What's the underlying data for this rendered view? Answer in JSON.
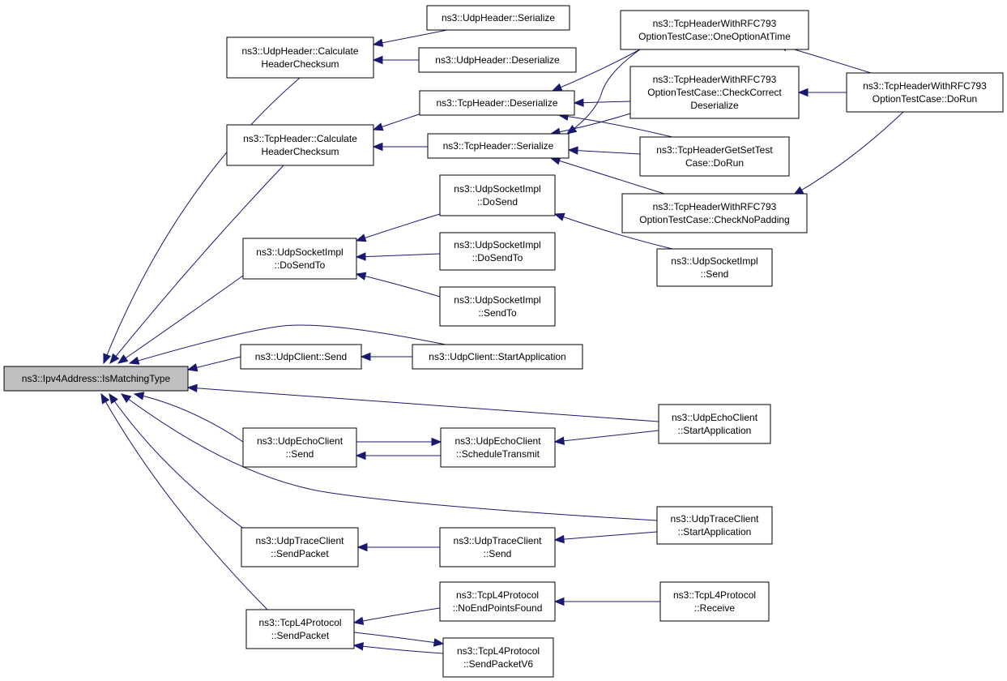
{
  "diagram": {
    "nodes": [
      {
        "id": "root",
        "lines": [
          "ns3::Ipv4Address::IsMatchingType"
        ]
      },
      {
        "id": "udp_hdr_calc",
        "lines": [
          "ns3::UdpHeader::Calculate",
          "HeaderChecksum"
        ]
      },
      {
        "id": "udp_hdr_ser",
        "lines": [
          "ns3::UdpHeader::Serialize"
        ]
      },
      {
        "id": "udp_hdr_deser",
        "lines": [
          "ns3::UdpHeader::Deserialize"
        ]
      },
      {
        "id": "tcp_hdr_calc",
        "lines": [
          "ns3::TcpHeader::Calculate",
          "HeaderChecksum"
        ]
      },
      {
        "id": "tcp_hdr_deser",
        "lines": [
          "ns3::TcpHeader::Deserialize"
        ]
      },
      {
        "id": "tcp_hdr_ser",
        "lines": [
          "ns3::TcpHeader::Serialize"
        ]
      },
      {
        "id": "rfc_one",
        "lines": [
          "ns3::TcpHeaderWithRFC793",
          "OptionTestCase::OneOptionAtTime"
        ]
      },
      {
        "id": "rfc_check",
        "lines": [
          "ns3::TcpHeaderWithRFC793",
          "OptionTestCase::CheckCorrect",
          "Deserialize"
        ]
      },
      {
        "id": "rfc_dorun",
        "lines": [
          "ns3::TcpHeaderWithRFC793",
          "OptionTestCase::DoRun"
        ]
      },
      {
        "id": "getset",
        "lines": [
          "ns3::TcpHeaderGetSetTest",
          "Case::DoRun"
        ]
      },
      {
        "id": "rfc_nopad",
        "lines": [
          "ns3::TcpHeaderWithRFC793",
          "OptionTestCase::CheckNoPadding"
        ]
      },
      {
        "id": "udpsock_dosendto",
        "lines": [
          "ns3::UdpSocketImpl",
          "::DoSendTo"
        ]
      },
      {
        "id": "udpsock_dosend",
        "lines": [
          "ns3::UdpSocketImpl",
          "::DoSend"
        ]
      },
      {
        "id": "udpsock_dosendto2",
        "lines": [
          "ns3::UdpSocketImpl",
          "::DoSendTo"
        ]
      },
      {
        "id": "udpsock_sendto",
        "lines": [
          "ns3::UdpSocketImpl",
          "::SendTo"
        ]
      },
      {
        "id": "udpsock_send",
        "lines": [
          "ns3::UdpSocketImpl",
          "::Send"
        ]
      },
      {
        "id": "udpclient_send",
        "lines": [
          "ns3::UdpClient::Send"
        ]
      },
      {
        "id": "udpclient_start",
        "lines": [
          "ns3::UdpClient::StartApplication"
        ]
      },
      {
        "id": "echo_send",
        "lines": [
          "ns3::UdpEchoClient",
          "::Send"
        ]
      },
      {
        "id": "echo_sched",
        "lines": [
          "ns3::UdpEchoClient",
          "::ScheduleTransmit"
        ]
      },
      {
        "id": "echo_start",
        "lines": [
          "ns3::UdpEchoClient",
          "::StartApplication"
        ]
      },
      {
        "id": "trace_sendpkt",
        "lines": [
          "ns3::UdpTraceClient",
          "::SendPacket"
        ]
      },
      {
        "id": "trace_send",
        "lines": [
          "ns3::UdpTraceClient",
          "::Send"
        ]
      },
      {
        "id": "trace_start",
        "lines": [
          "ns3::UdpTraceClient",
          "::StartApplication"
        ]
      },
      {
        "id": "tcpl4_sendpkt",
        "lines": [
          "ns3::TcpL4Protocol",
          "::SendPacket"
        ]
      },
      {
        "id": "tcpl4_noend",
        "lines": [
          "ns3::TcpL4Protocol",
          "::NoEndPointsFound"
        ]
      },
      {
        "id": "tcpl4_recv",
        "lines": [
          "ns3::TcpL4Protocol",
          "::Receive"
        ]
      },
      {
        "id": "tcpl4_v6",
        "lines": [
          "ns3::TcpL4Protocol",
          "::SendPacketV6"
        ]
      }
    ],
    "edges": [
      {
        "from": "udp_hdr_calc",
        "to": "root"
      },
      {
        "from": "tcp_hdr_calc",
        "to": "root"
      },
      {
        "from": "udpsock_dosendto",
        "to": "root"
      },
      {
        "from": "udpclient_send",
        "to": "root"
      },
      {
        "from": "udpclient_start",
        "to": "root"
      },
      {
        "from": "echo_start",
        "to": "root"
      },
      {
        "from": "echo_send",
        "to": "root"
      },
      {
        "from": "trace_start",
        "to": "root"
      },
      {
        "from": "trace_sendpkt",
        "to": "root"
      },
      {
        "from": "tcpl4_sendpkt",
        "to": "root"
      },
      {
        "from": "udp_hdr_ser",
        "to": "udp_hdr_calc"
      },
      {
        "from": "udp_hdr_deser",
        "to": "udp_hdr_calc"
      },
      {
        "from": "tcp_hdr_deser",
        "to": "tcp_hdr_calc"
      },
      {
        "from": "tcp_hdr_ser",
        "to": "tcp_hdr_calc"
      },
      {
        "from": "rfc_one",
        "to": "tcp_hdr_deser"
      },
      {
        "from": "rfc_check",
        "to": "tcp_hdr_deser"
      },
      {
        "from": "getset",
        "to": "tcp_hdr_deser"
      },
      {
        "from": "rfc_one",
        "to": "tcp_hdr_ser"
      },
      {
        "from": "rfc_check",
        "to": "tcp_hdr_ser"
      },
      {
        "from": "getset",
        "to": "tcp_hdr_ser"
      },
      {
        "from": "rfc_nopad",
        "to": "tcp_hdr_ser"
      },
      {
        "from": "rfc_dorun",
        "to": "rfc_one"
      },
      {
        "from": "rfc_dorun",
        "to": "rfc_check"
      },
      {
        "from": "rfc_dorun",
        "to": "rfc_nopad"
      },
      {
        "from": "udpsock_dosend",
        "to": "udpsock_dosendto"
      },
      {
        "from": "udpsock_dosendto2",
        "to": "udpsock_dosendto"
      },
      {
        "from": "udpsock_sendto",
        "to": "udpsock_dosendto"
      },
      {
        "from": "udpsock_send",
        "to": "udpsock_dosend"
      },
      {
        "from": "udpclient_start",
        "to": "udpclient_send"
      },
      {
        "from": "echo_sched",
        "to": "echo_send"
      },
      {
        "from": "echo_send",
        "to": "echo_sched"
      },
      {
        "from": "echo_start",
        "to": "echo_sched"
      },
      {
        "from": "trace_send",
        "to": "trace_sendpkt"
      },
      {
        "from": "trace_start",
        "to": "trace_send"
      },
      {
        "from": "tcpl4_noend",
        "to": "tcpl4_sendpkt"
      },
      {
        "from": "tcpl4_v6",
        "to": "tcpl4_sendpkt"
      },
      {
        "from": "tcpl4_sendpkt",
        "to": "tcpl4_v6"
      },
      {
        "from": "tcpl4_recv",
        "to": "tcpl4_noend"
      }
    ]
  },
  "colors": {
    "edge": "#191970",
    "root_fill": "#bfbfbf",
    "node_fill": "#ffffff",
    "border": "#000000"
  }
}
